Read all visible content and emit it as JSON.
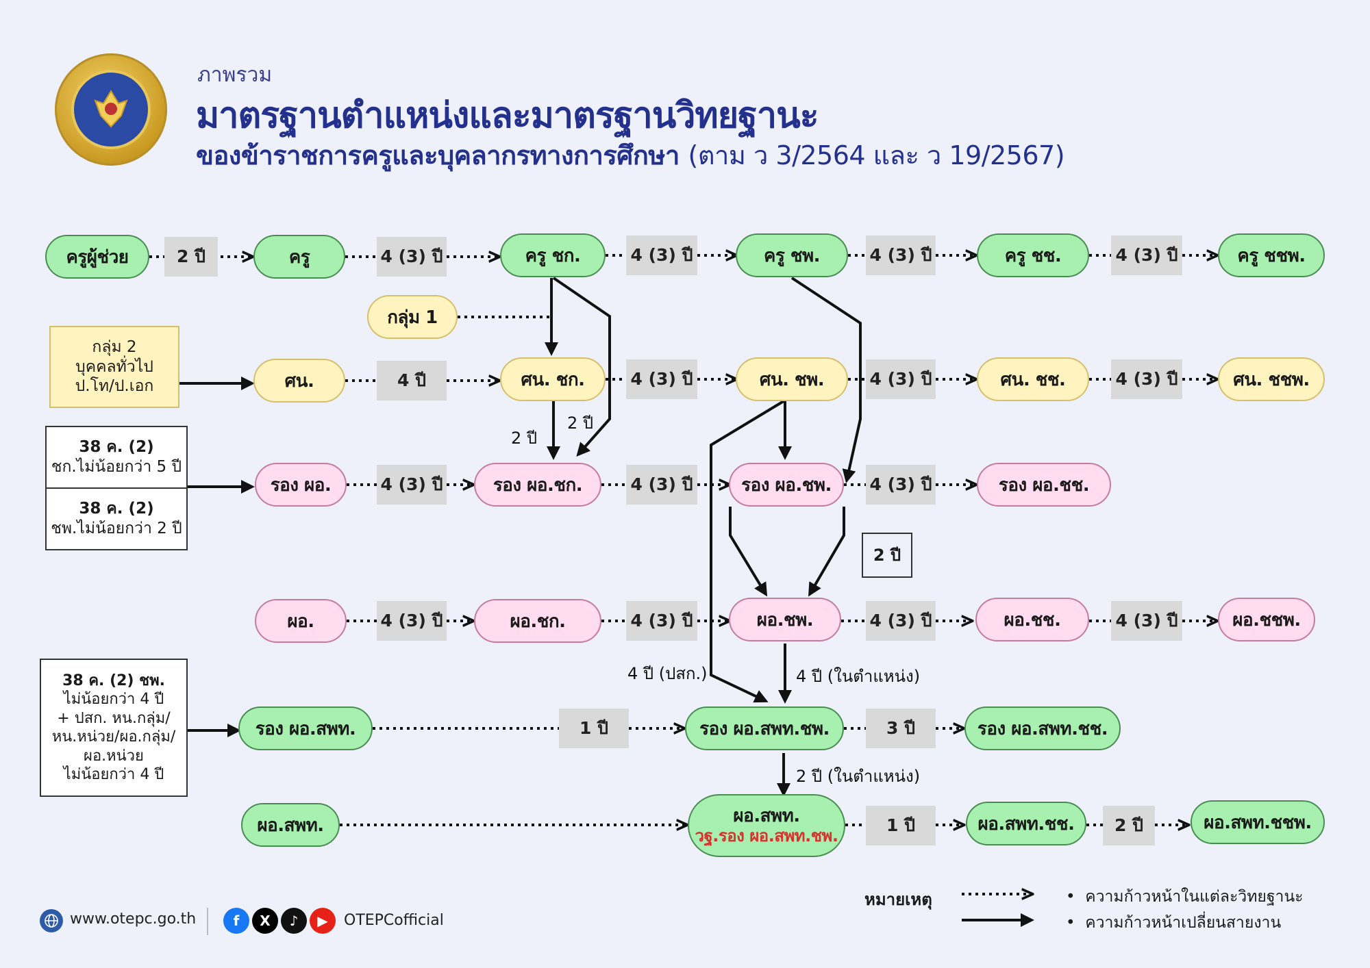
{
  "header": {
    "subtitle": "ภาพรวม",
    "title": "มาตรฐานตำแหน่งและมาตรฐานวิทยฐานะ",
    "title2": "ของข้าราชการครูและบุคลากรทางการศึกษา",
    "title2_note": "(ตาม ว 3/2564 และ ว 19/2567)"
  },
  "logo": {
    "icon": "seal-logo-icon"
  },
  "nodes": {
    "teacher_assist": "ครูผู้ช่วย",
    "teacher": "ครู",
    "teacher_ck": "ครู ชก.",
    "teacher_cp": "ครู ชพ.",
    "teacher_cc": "ครู ชช.",
    "teacher_ccp": "ครู ชชพ.",
    "group1": "กลุ่ม 1",
    "sn": "ศน.",
    "sn_ck": "ศน. ชก.",
    "sn_cp": "ศน. ชพ.",
    "sn_cc": "ศน. ชช.",
    "sn_ccp": "ศน. ชชพ.",
    "vice_dir": "รอง ผอ.",
    "vice_dir_ck": "รอง ผอ.ชก.",
    "vice_dir_cp": "รอง ผอ.ชพ.",
    "vice_dir_cc": "รอง ผอ.ชช.",
    "dir": "ผอ.",
    "dir_ck": "ผอ.ชก.",
    "dir_cp": "ผอ.ชพ.",
    "dir_cc": "ผอ.ชช.",
    "dir_ccp": "ผอ.ชชพ.",
    "vice_area": "รอง ผอ.สพท.",
    "vice_area_cp": "รอง ผอ.สพท.ชพ.",
    "vice_area_cc": "รอง ผอ.สพท.ชช.",
    "area_dir": "ผอ.สพท.",
    "area_dir_main": "ผอ.สพท.",
    "area_dir_sub": "วฐ.รอง ผอ.สพท.ชพ.",
    "area_dir_cc": "ผอ.สพท.ชช.",
    "area_dir_ccp": "ผอ.สพท.ชชพ."
  },
  "durations": {
    "d2y": "2 ปี",
    "d43": "4 (3) ปี",
    "d4": "4  ปี",
    "d1": "1 ปี",
    "d3": "3 ปี"
  },
  "side_boxes": {
    "group2": [
      "กลุ่ม 2",
      "บุคคลทั่วไป",
      "ป.โท/ป.เอก"
    ],
    "req_a_bold": "38 ค. (2)",
    "req_a_text": "ชก.ไม่น้อยกว่า 5 ปี",
    "req_b_bold": "38 ค. (2)",
    "req_b_text": "ชพ.ไม่น้อยกว่า 2 ปี",
    "req_c": [
      "38 ค. (2) ชพ.",
      "ไม่น้อยกว่า 4 ปี",
      "+ ปสก. หน.กลุ่ม/",
      "หน.หน่วย/ผอ.กลุ่ม/",
      "ผอ.หน่วย",
      "ไม่น้อยกว่า 4 ปี"
    ],
    "two_years_box": "2 ปี"
  },
  "arrow_labels": {
    "two_y_a": "2 ปี",
    "two_y_b": "2 ปี",
    "four_y_psk": "4 ปี (ปสก.)",
    "four_y_pos": "4 ปี (ในตำแหน่ง)",
    "two_y_pos": "2 ปี (ในตำแหน่ง)"
  },
  "legend": {
    "title": "หมายเหตุ",
    "dotted": "ความก้าวหน้าในแต่ละวิทยฐานะ",
    "solid": "ความก้าวหน้าเปลี่ยนสายงาน"
  },
  "footer": {
    "website": "www.otepc.go.th",
    "account": "OTEPCofficial",
    "icons": [
      "globe-icon",
      "facebook-icon",
      "x-icon",
      "tiktok-icon",
      "youtube-icon"
    ]
  },
  "colors": {
    "green": "#a8f0b0",
    "yellow": "#fff4bf",
    "pink": "#ffdcef",
    "title": "#24318c",
    "accent_red": "#d8322e"
  }
}
